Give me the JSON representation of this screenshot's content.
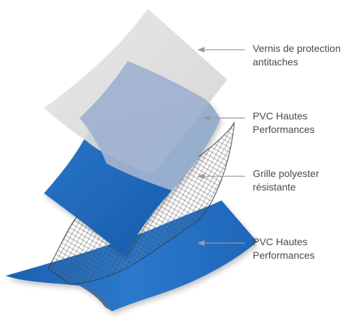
{
  "colors": {
    "film": "#dcdcdc",
    "film_overlap": "#9fb2d0",
    "pvc_blue": "#1f66b8",
    "pvc_blue_dark": "#0d3f82",
    "grid": "#555555",
    "leader": "#9a9a9a",
    "text": "#4a4a4a"
  },
  "layers": [
    {
      "id": "varnish",
      "lines": [
        "Vernis de protection",
        "antitaches"
      ]
    },
    {
      "id": "pvc_top",
      "lines": [
        "PVC Hautes",
        "Performances"
      ]
    },
    {
      "id": "grid",
      "lines": [
        "Grille polyester",
        "résistante"
      ]
    },
    {
      "id": "pvc_bottom",
      "lines": [
        "PVC Hautes",
        "Performances"
      ]
    }
  ]
}
